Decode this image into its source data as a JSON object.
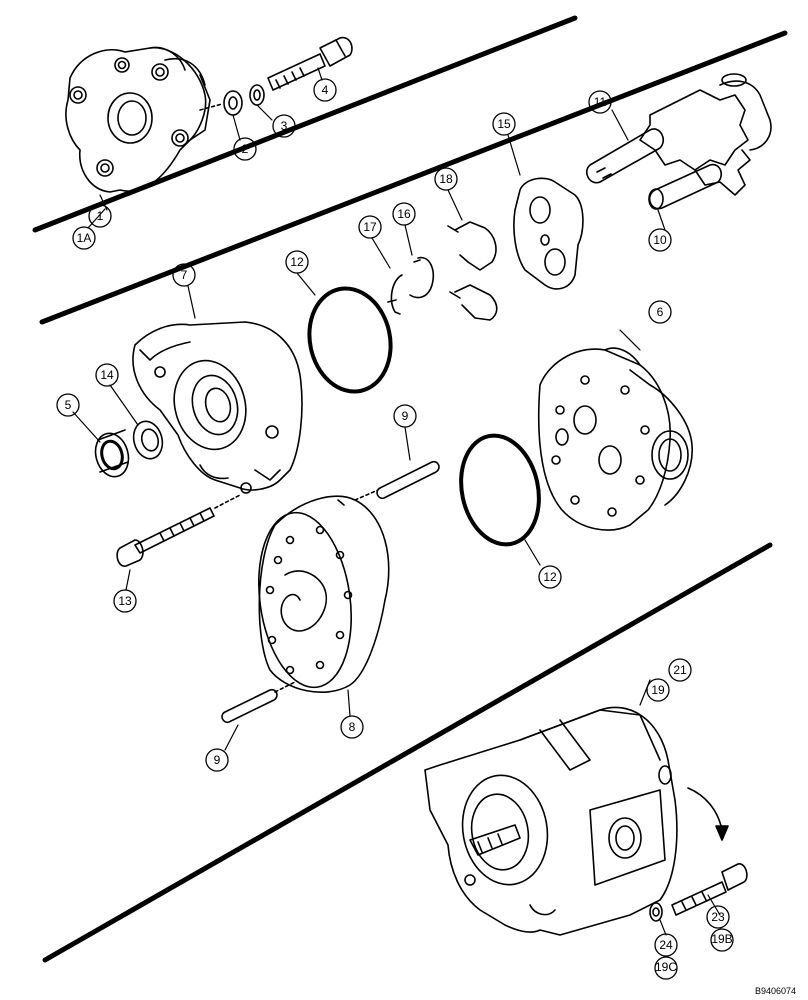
{
  "diagram": {
    "drawing_number": "B9406074",
    "callouts": [
      {
        "id": "c1",
        "label": "1"
      },
      {
        "id": "c1a",
        "label": "1A"
      },
      {
        "id": "c2",
        "label": "2"
      },
      {
        "id": "c3",
        "label": "3"
      },
      {
        "id": "c4",
        "label": "4"
      },
      {
        "id": "c5",
        "label": "5"
      },
      {
        "id": "c6",
        "label": "6"
      },
      {
        "id": "c7",
        "label": "7"
      },
      {
        "id": "c8",
        "label": "8"
      },
      {
        "id": "c9a",
        "label": "9"
      },
      {
        "id": "c9b",
        "label": "9"
      },
      {
        "id": "c10",
        "label": "10"
      },
      {
        "id": "c11",
        "label": "11"
      },
      {
        "id": "c12a",
        "label": "12"
      },
      {
        "id": "c12b",
        "label": "12"
      },
      {
        "id": "c13",
        "label": "13"
      },
      {
        "id": "c14",
        "label": "14"
      },
      {
        "id": "c15",
        "label": "15"
      },
      {
        "id": "c16",
        "label": "16"
      },
      {
        "id": "c17",
        "label": "17"
      },
      {
        "id": "c18",
        "label": "18"
      },
      {
        "id": "c19",
        "label": "19"
      },
      {
        "id": "c19b",
        "label": "19B"
      },
      {
        "id": "c19c",
        "label": "19C"
      },
      {
        "id": "c21",
        "label": "21"
      },
      {
        "id": "c23",
        "label": "23"
      },
      {
        "id": "c24",
        "label": "24"
      }
    ]
  }
}
